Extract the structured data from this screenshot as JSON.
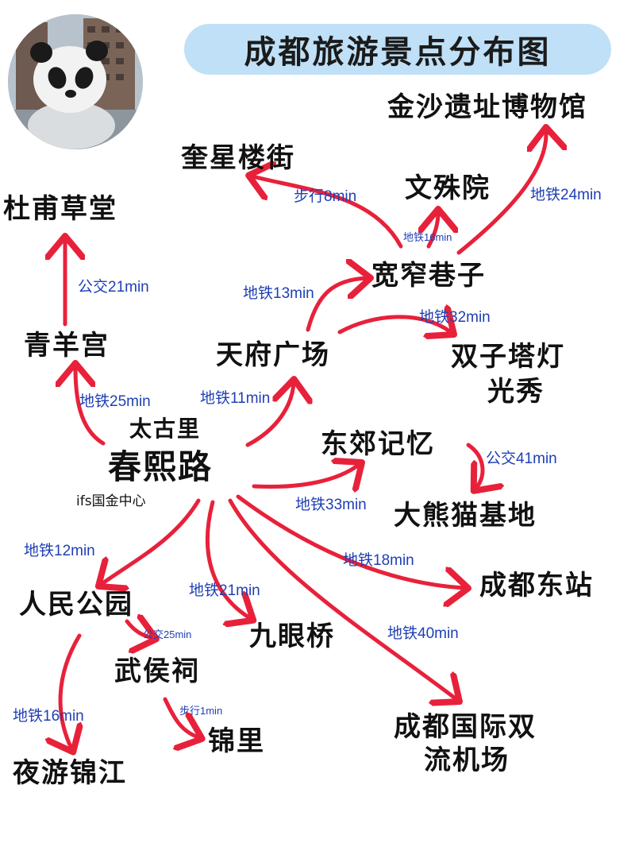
{
  "title": "成都旅游景点分布图",
  "nodes": {
    "jinsha": "金沙遗址博物馆",
    "kuixing": "奎星楼街",
    "wenshu": "文殊院",
    "dufu": "杜甫草堂",
    "kuanzhai": "宽窄巷子",
    "qingyang": "青羊宫",
    "tianfu": "天府广场",
    "shuangzi_1": "双子塔灯",
    "shuangzi_2": "光秀",
    "taikooli": "太古里",
    "chunxi": "春熙路",
    "ifs": "ifs国金中心",
    "dongjiao": "东郊记忆",
    "panda": "大熊猫基地",
    "renmin": "人民公园",
    "eastst": "成都东站",
    "jiuyan": "九眼桥",
    "wuhou": "武侯祠",
    "jinli": "锦里",
    "airport_1": "成都国际双",
    "airport_2": "流机场",
    "yeyou": "夜游锦江"
  },
  "edges": {
    "kuanzhai_kuixing": "步行8min",
    "kuanzhai_wenshu": "地铁16min",
    "kuanzhai_jinsha": "地铁24min",
    "qingyang_dufu": "公交21min",
    "tianfu_kuanzhai": "地铁13min",
    "tianfu_shuangzi": "地铁32min",
    "chunxi_qingyang": "地铁25min",
    "chunxi_tianfu": "地铁11min",
    "dongjiao_panda": "公交41min",
    "chunxi_dongjiao": "地铁33min",
    "chunxi_renmin": "地铁12min",
    "chunxi_eastst": "地铁18min",
    "chunxi_jiuyan": "地铁21min",
    "renmin_wuhou": "公交25min",
    "chunxi_airport": "地铁40min",
    "renmin_yeyou": "地铁16min",
    "wuhou_jinli": "步行1min"
  },
  "colors": {
    "arrow": "#e8213b",
    "edge_label": "#1f3fb4",
    "title_bg": "#bfe0f7",
    "text": "#111111"
  },
  "icons": {
    "avatar": "panda-sculpture-avatar"
  }
}
